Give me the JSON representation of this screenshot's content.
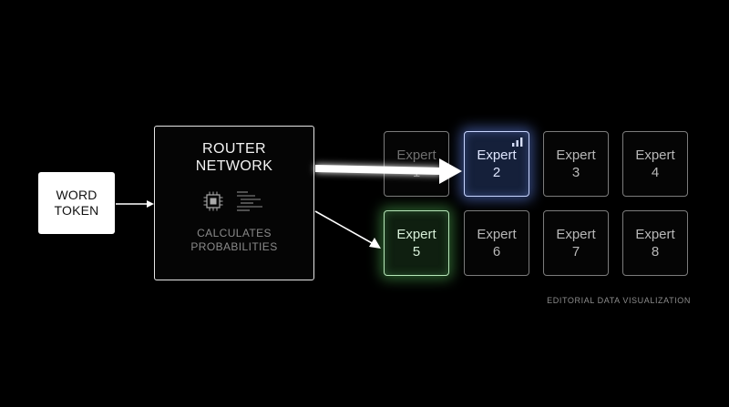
{
  "word_token": {
    "line1": "WORD",
    "line2": "TOKEN"
  },
  "router": {
    "title_line1": "ROUTER",
    "title_line2": "NETWORK",
    "subtitle_line1": "CALCULATES",
    "subtitle_line2": "PROBABILITIES",
    "icons": [
      "chip-icon",
      "code-icon"
    ]
  },
  "experts": [
    {
      "label": "Expert",
      "number": "1",
      "state": "dim"
    },
    {
      "label": "Expert",
      "number": "2",
      "state": "active-blue"
    },
    {
      "label": "Expert",
      "number": "3",
      "state": "idle"
    },
    {
      "label": "Expert",
      "number": "4",
      "state": "idle"
    },
    {
      "label": "Expert",
      "number": "5",
      "state": "active-green"
    },
    {
      "label": "Expert",
      "number": "6",
      "state": "idle"
    },
    {
      "label": "Expert",
      "number": "7",
      "state": "idle"
    },
    {
      "label": "Expert",
      "number": "8",
      "state": "idle"
    }
  ],
  "caption": "EDITORIAL DATA VISUALIZATION",
  "colors": {
    "background": "#000000",
    "blue_glow": "#5f82e6",
    "green_glow": "#5ac85f",
    "arrow": "#ffffff"
  }
}
